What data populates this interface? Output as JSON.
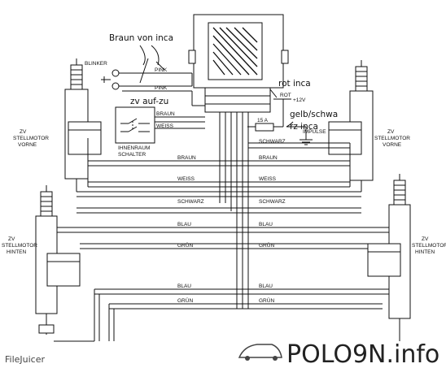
{
  "annotations": {
    "braun_von_inca": "Braun von inca",
    "zv_auf_zu": "zv auf-zu",
    "rot_inca": "rot inca",
    "gelb_schwa": "gelb/schwa",
    "rz_inca": "rz inca"
  },
  "labels": {
    "blinker": "BLINKER",
    "pink": "PINK",
    "braun": "BRAUN",
    "weiss": "WEISS",
    "schwarz": "SCHWARZ",
    "blau": "BLAU",
    "gruen": "GRÜN",
    "innenraum": "IHNENRAUM",
    "schalter": "SCHALTER",
    "rot": "ROT",
    "plus12v": "+12V",
    "fuse": "15 A",
    "impulse": "IMPULSE",
    "zv": "ZV",
    "stellmotor": "STELLMOTOR",
    "vorne": "VORNE",
    "hinten": "HINTEN"
  },
  "watermarks": {
    "filejuicer": "FileJuicer",
    "polo9n": "POLO9N.info"
  }
}
